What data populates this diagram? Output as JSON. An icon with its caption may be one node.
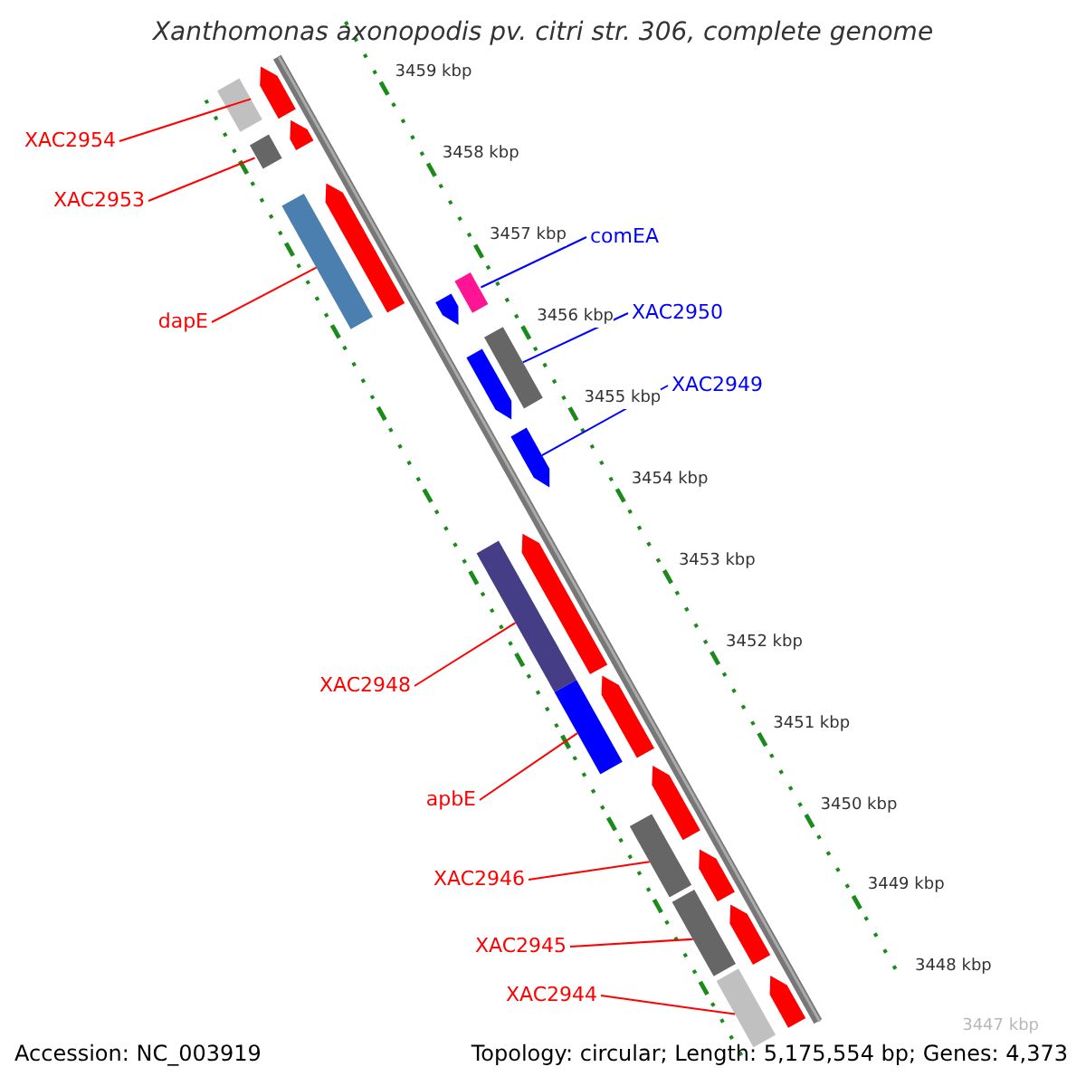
{
  "diagram": {
    "title": "Xanthomonas axonopodis pv. citri str. 306, complete genome",
    "nodes": [
      {
        "text": [
          "XAC2954"
        ]
      },
      {
        "text": [],
        "shape": "bar"
      },
      {
        "text": [
          "XAC2953"
        ]
      },
      {
        "text": [],
        "shape": "box"
      },
      {
        "text": [
          "dapE"
        ]
      },
      {
        "text": [],
        "shape": "bar"
      },
      {
        "text": [
          "comEA"
        ]
      },
      {
        "text": [],
        "shape": "box"
      },
      {
        "text": [
          "XAC2950"
        ]
      },
      {
        "text": [],
        "shape": "bar"
      },
      {
        "text": [
          "XAC2949"
        ]
      },
      {
        "text": [],
        "shape": "arrow"
      },
      {
        "text": [
          "XAC2948"
        ]
      },
      {
        "text": [],
        "shape": "bar"
      },
      {
        "text": [
          "apbE"
        ]
      },
      {
        "text": [],
        "shape": "bar"
      },
      {
        "text": [
          "XAC2946"
        ]
      },
      {
        "text": [],
        "shape": "bar"
      },
      {
        "text": [
          "XAC2945"
        ]
      },
      {
        "text": [],
        "shape": "bar"
      },
      {
        "text": [
          "XAC2944"
        ]
      },
      {
        "text": [],
        "shape": "bar"
      },
      {
        "text": [],
        "shape": "arrow"
      },
      {
        "text": [],
        "shape": "arrow"
      },
      {
        "text": [],
        "shape": "arrow"
      },
      {
        "text": [],
        "shape": "arrow"
      },
      {
        "text": [],
        "shape": "arrow"
      },
      {
        "text": [],
        "shape": "arrow"
      },
      {
        "text": [],
        "shape": "arrow"
      },
      {
        "text": [],
        "shape": "arrow"
      },
      {
        "text": [],
        "shape": "arrow"
      },
      {
        "text": [],
        "shape": "arrow"
      },
      {
        "text": [],
        "shape": "arrow"
      }
    ],
    "edges": [
      {
        "from": 0,
        "to": 1,
        "arrow": "none"
      },
      {
        "from": 2,
        "to": 3,
        "arrow": "none"
      },
      {
        "from": 4,
        "to": 5,
        "arrow": "none"
      },
      {
        "from": 6,
        "to": 7,
        "arrow": "none",
        "color": "#0000ff"
      },
      {
        "from": 8,
        "to": 9,
        "arrow": "none",
        "color": "#0000ff"
      },
      {
        "from": 10,
        "to": 11,
        "arrow": "none",
        "color": "#0000ff"
      },
      {
        "from": 12,
        "to": 13,
        "arrow": "none"
      },
      {
        "from": 14,
        "to": 15,
        "arrow": "none"
      },
      {
        "from": 16,
        "to": 17,
        "arrow": "none"
      },
      {
        "from": 18,
        "to": 19,
        "arrow": "none"
      },
      {
        "from": 20,
        "to": 21,
        "arrow": "none"
      }
    ],
    "labels": [
      "3459 kbp",
      "3458 kbp",
      "3457 kbp",
      "3456 kbp",
      "3455 kbp",
      "3454 kbp",
      "3453 kbp",
      "3452 kbp",
      "3451 kbp",
      "3450 kbp",
      "3449 kbp",
      "3448 kbp",
      "3447 kbp",
      "Accession: NC_003919",
      "Topology: circular; Length: 5,175,554 bp; Genes: 4,373"
    ]
  }
}
